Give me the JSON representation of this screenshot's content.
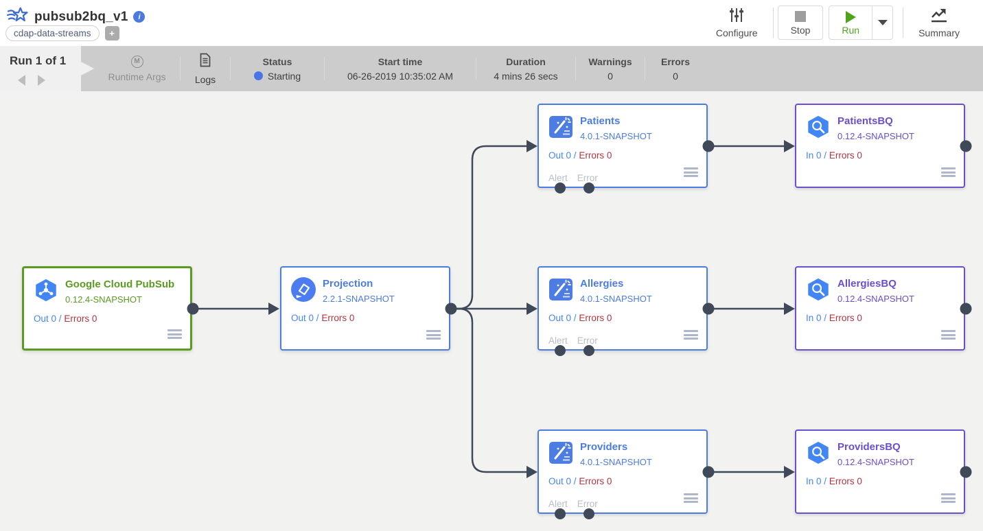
{
  "header": {
    "app_title": "pubsub2bq_v1",
    "tag": "cdap-data-streams",
    "add_tag": "+",
    "configure": "Configure",
    "stop": "Stop",
    "run": "Run",
    "summary": "Summary"
  },
  "run_bar": {
    "run_counter": "Run 1 of 1",
    "monogram": "M",
    "runtime_args": "Runtime Args",
    "logs": "Logs",
    "status_label": "Status",
    "status_value": "Starting",
    "start_time_label": "Start time",
    "start_time_value": "06-26-2019 10:35:02 AM",
    "duration_label": "Duration",
    "duration_value": "4 mins 26 secs",
    "warnings_label": "Warnings",
    "warnings_value": "0",
    "errors_label": "Errors",
    "errors_value": "0"
  },
  "node_labels": {
    "alert": "Alert",
    "error": "Error",
    "slash": "/"
  },
  "nodes": [
    {
      "title": "Google Cloud PubSub",
      "version": "0.12.4-SNAPSHOT",
      "metric": "Out 0",
      "errors": "Errors 0",
      "type": "source"
    },
    {
      "title": "Projection",
      "version": "2.2.1-SNAPSHOT",
      "metric": "Out 0",
      "errors": "Errors 0",
      "type": "transform"
    },
    {
      "title": "Patients",
      "version": "4.0.1-SNAPSHOT",
      "metric": "Out 0",
      "errors": "Errors 0",
      "type": "wrangler"
    },
    {
      "title": "Allergies",
      "version": "4.0.1-SNAPSHOT",
      "metric": "Out 0",
      "errors": "Errors 0",
      "type": "wrangler"
    },
    {
      "title": "Providers",
      "version": "4.0.1-SNAPSHOT",
      "metric": "Out 0",
      "errors": "Errors 0",
      "type": "wrangler"
    },
    {
      "title": "PatientsBQ",
      "version": "0.12.4-SNAPSHOT",
      "metric": "In 0",
      "errors": "Errors 0",
      "type": "sink"
    },
    {
      "title": "AllergiesBQ",
      "version": "0.12.4-SNAPSHOT",
      "metric": "In 0",
      "errors": "Errors 0",
      "type": "sink"
    },
    {
      "title": "ProvidersBQ",
      "version": "0.12.4-SNAPSHOT",
      "metric": "In 0",
      "errors": "Errors 0",
      "type": "sink"
    }
  ],
  "colors": {
    "source_green": "#5a9b22",
    "transform_blue": "#4d7ce0",
    "sink_purple": "#6b4fcb",
    "metric_blue": "#4586f3",
    "error_red": "#b0353f",
    "edge_slate": "#3f4957",
    "status_dot": "#4a73e8",
    "icon_google_blue": "#4285f4",
    "run_green": "#4fa31d"
  }
}
